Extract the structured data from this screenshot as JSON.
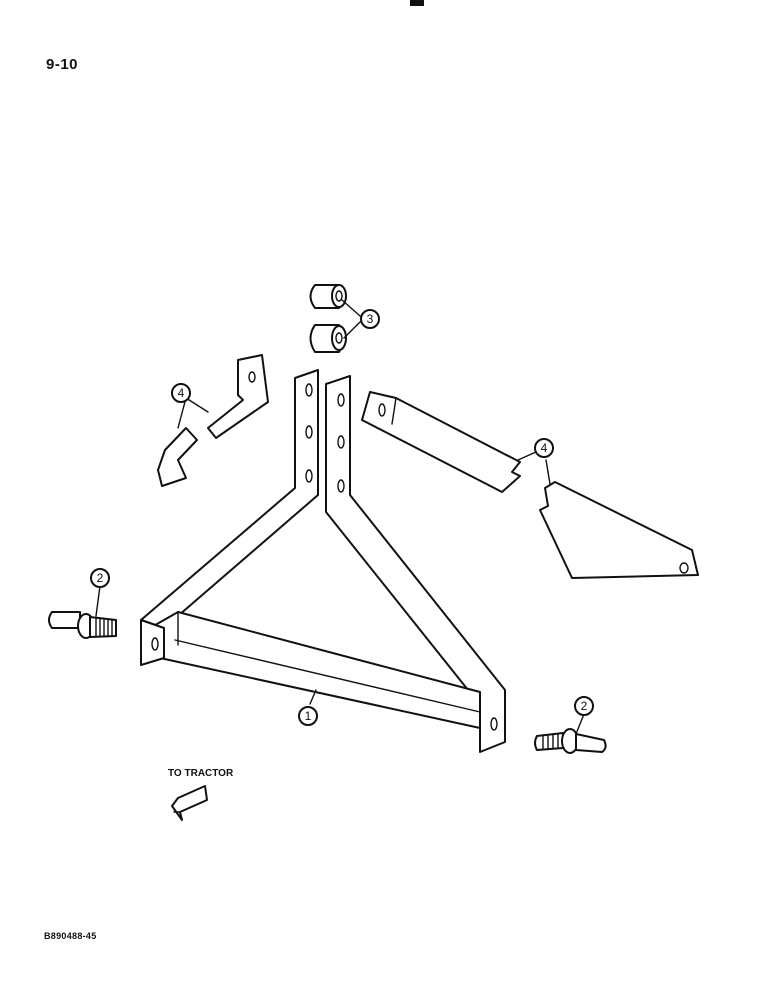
{
  "header": {
    "page_number": "9-10"
  },
  "footer": {
    "figure_code": "B890488-45"
  },
  "direction": {
    "label": "TO TRACTOR"
  },
  "callouts": [
    {
      "number": "1"
    },
    {
      "number": "2"
    },
    {
      "number": "2"
    },
    {
      "number": "3"
    },
    {
      "number": "4"
    },
    {
      "number": "4"
    }
  ]
}
